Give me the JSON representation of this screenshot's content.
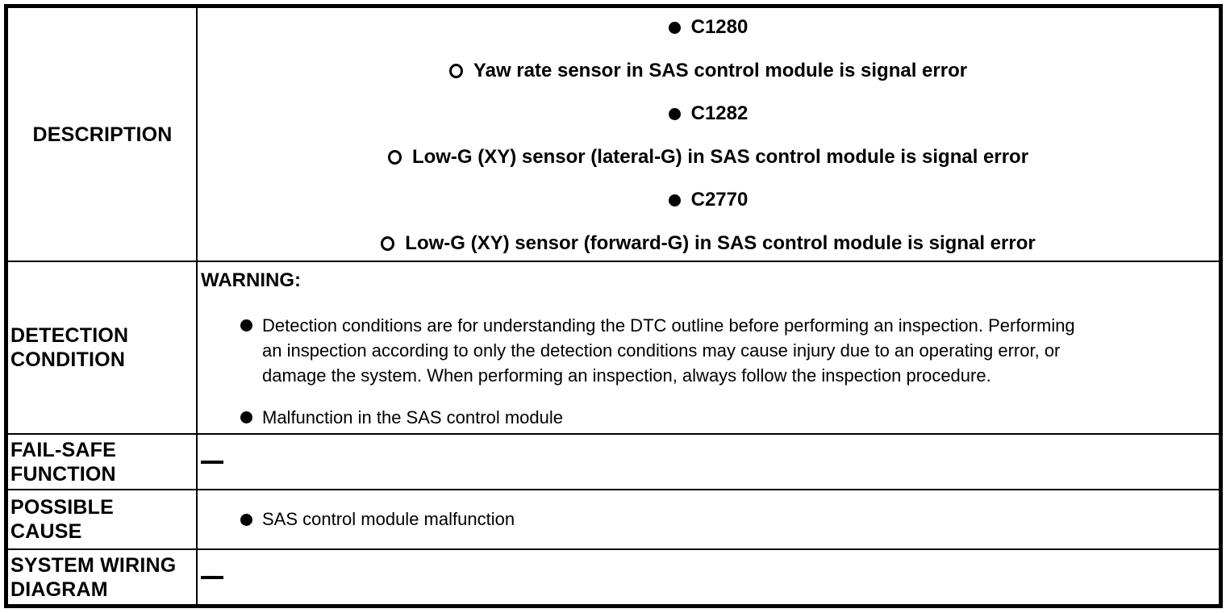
{
  "colors": {
    "border": "#000000",
    "background": "#ffffff",
    "text": "#000000"
  },
  "table": {
    "rows": [
      {
        "label_lines": [
          "DESCRIPTION"
        ],
        "items": [
          {
            "bullet": "filled",
            "text": "C1280"
          },
          {
            "bullet": "open",
            "text": "Yaw rate sensor in SAS control module is signal error"
          },
          {
            "bullet": "filled",
            "text": "C1282"
          },
          {
            "bullet": "open",
            "text": "Low-G (XY) sensor (lateral-G) in SAS control module is signal error"
          },
          {
            "bullet": "filled",
            "text": "C2770"
          },
          {
            "bullet": "open",
            "text": "Low-G (XY) sensor (forward-G) in SAS control module is signal error"
          }
        ]
      },
      {
        "label_lines": [
          "DETECTION",
          "CONDITION"
        ],
        "warning_title": "WARNING:",
        "items": [
          {
            "bullet": "filled",
            "lines": [
              "Detection conditions are for understanding the DTC outline before performing an inspection. Performing",
              "an inspection according to only the detection conditions may cause injury due to an operating error, or",
              "damage the system. When performing an inspection, always follow the inspection procedure."
            ]
          },
          {
            "bullet": "filled",
            "lines": [
              "Malfunction in the SAS control module"
            ]
          }
        ]
      },
      {
        "label_lines": [
          "FAIL-SAFE",
          "FUNCTION"
        ],
        "value": "—"
      },
      {
        "label_lines": [
          "POSSIBLE",
          "CAUSE"
        ],
        "items": [
          {
            "bullet": "filled",
            "text": "SAS control module malfunction"
          }
        ]
      },
      {
        "label_lines": [
          "SYSTEM WIRING",
          "DIAGRAM"
        ],
        "value": "—"
      }
    ]
  }
}
